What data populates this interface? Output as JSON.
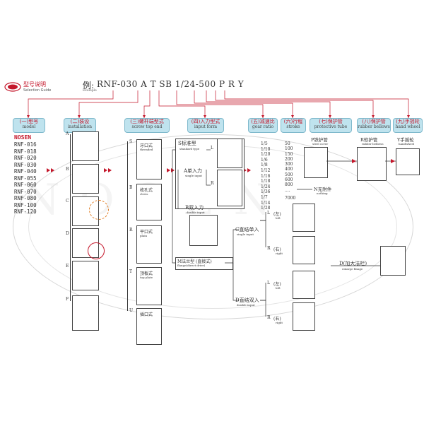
{
  "logo": {
    "text": "NOSEN",
    "title": "型号说明",
    "subtitle": "Selection Guide"
  },
  "example": {
    "prefix": "例:",
    "code": "RNF-030 A T SB 1/24-500 P R Y",
    "caption": "Example"
  },
  "headers": [
    {
      "cn": "(一)型号",
      "en": "model"
    },
    {
      "cn": "(二)装设",
      "en": "installation"
    },
    {
      "cn": "(三)螺杆端型式",
      "en": "screw top end"
    },
    {
      "cn": "(四)入力型式",
      "en": "input form"
    },
    {
      "cn": "(五)减速比",
      "en": "gear ratio"
    },
    {
      "cn": "(六)行程",
      "en": "stroke"
    },
    {
      "cn": "(七)保护管",
      "en": "protective tube"
    },
    {
      "cn": "(八)保护管",
      "en": "rubber bellows"
    },
    {
      "cn": "(九)手摇轮",
      "en": "hand wheel"
    }
  ],
  "models": {
    "brand": "NOSEN",
    "items": [
      "RNF-016",
      "RNF-018",
      "RNF-020",
      "RNF-030",
      "RNF-040",
      "RNF-055",
      "RNF-060",
      "RNF-070",
      "RNF-080",
      "RNF-100",
      "RNF-120"
    ]
  },
  "installation": [
    "A",
    "B",
    "C",
    "D",
    "E",
    "F"
  ],
  "screw_end": [
    {
      "code": "S",
      "cn": "牙口式",
      "en": "threaded"
    },
    {
      "code": "B",
      "cn": "枚孔式",
      "en": "clevis"
    },
    {
      "code": "R",
      "cn": "平口式",
      "en": "plain"
    },
    {
      "code": "T",
      "cn": "顶板式",
      "en": "top plate"
    },
    {
      "code": "U",
      "cn": "插口式",
      "en": ""
    }
  ],
  "input": {
    "standard": {
      "cn": "S标准型",
      "en": "standard type"
    },
    "single": {
      "cn": "A单入力",
      "en": "single input"
    },
    "double": {
      "cn": "B双入力",
      "en": "double input"
    },
    "flange": {
      "cn": "M法兰型 (直接式)",
      "en": "flange(direct drive)"
    },
    "L": "L",
    "R": "R"
  },
  "ratio": [
    "1/5",
    "1/10",
    "1/20",
    "1/6",
    "1/8",
    "1/12",
    "1/16",
    "1/18",
    "1/24",
    "1/36",
    "1/7",
    "1/14",
    "1/28"
  ],
  "stroke": [
    "50",
    "100",
    "150",
    "200",
    "300",
    "400",
    "500",
    "600",
    "800",
    "....",
    "7000"
  ],
  "tube": {
    "p_cn": "P铁护管",
    "p_en": "steel cover",
    "n_cn": "N无附件",
    "n_en": "nothing"
  },
  "bellows": {
    "cn": "R软护管",
    "en": "rubber bellows"
  },
  "handwheel": {
    "cn": "Y手摇轮",
    "en": "handwheel"
  },
  "motor": {
    "c_cn": "C直结单入",
    "c_en": "single input",
    "d_cn": "D直结双入",
    "d_en": "double input",
    "left_cn": "(左)",
    "left_en": "left",
    "right_cn": "(右)",
    "right_en": "right",
    "L": "L",
    "R": "R",
    "flange_cn": "D(加大法栏)",
    "flange_en": "enlarge flange"
  },
  "colors": {
    "accent": "#c4162a",
    "header_bg": "#bfe3ee"
  }
}
